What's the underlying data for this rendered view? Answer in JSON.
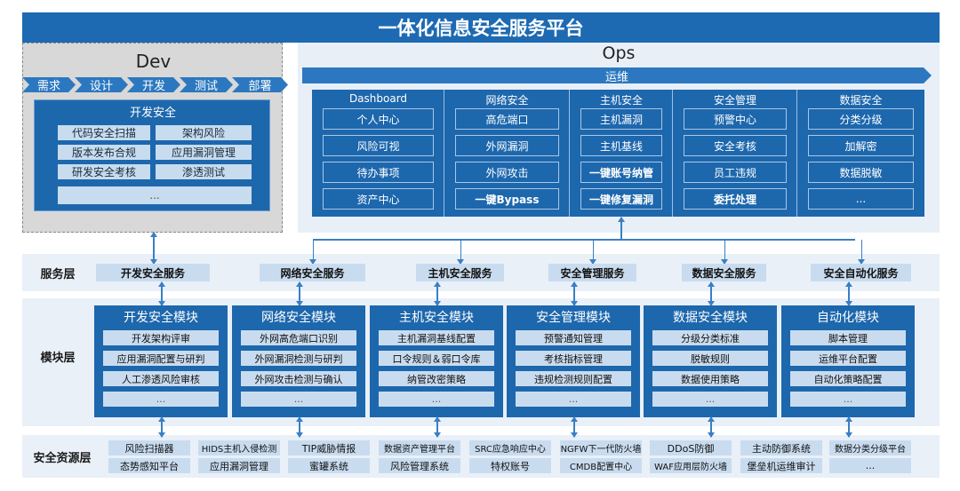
{
  "title": "一体化信息安全服务平台",
  "dev": {
    "title": "Dev",
    "stages": [
      "需求",
      "设计",
      "开发",
      "测试",
      "部署"
    ],
    "box_title": "开发安全",
    "items": [
      "代码安全扫描",
      "架构风险",
      "版本发布合规",
      "应用漏洞管理",
      "研发安全考核",
      "渗透测试"
    ],
    "more": "..."
  },
  "ops": {
    "title": "Ops",
    "bar": "运维",
    "columns": [
      {
        "title": "Dashboard",
        "items": [
          "个人中心",
          "风险可视",
          "待办事项",
          "资产中心"
        ],
        "bold": []
      },
      {
        "title": "网络安全",
        "items": [
          "高危端口",
          "外网漏洞",
          "外网攻击",
          "一键Bypass"
        ],
        "bold": [
          3
        ]
      },
      {
        "title": "主机安全",
        "items": [
          "主机漏洞",
          "主机基线",
          "一键账号纳管",
          "一键修复漏洞"
        ],
        "bold": [
          2,
          3
        ]
      },
      {
        "title": "安全管理",
        "items": [
          "预警中心",
          "安全考核",
          "员工违规",
          "委托处理"
        ],
        "bold": [
          3
        ]
      },
      {
        "title": "数据安全",
        "items": [
          "分类分级",
          "加解密",
          "数据脱敏",
          "..."
        ],
        "bold": []
      }
    ]
  },
  "service_layer": {
    "label": "服务层",
    "items": [
      "开发安全服务",
      "网络安全服务",
      "主机安全服务",
      "安全管理服务",
      "数据安全服务",
      "安全自动化服务"
    ]
  },
  "module_layer": {
    "label": "模块层",
    "modules": [
      {
        "title": "开发安全模块",
        "items": [
          "开发架构评审",
          "应用漏洞配置与研判",
          "人工渗透风险审核",
          "..."
        ]
      },
      {
        "title": "网络安全模块",
        "items": [
          "外网高危端口识别",
          "外网漏洞检测与研判",
          "外网攻击检测与确认",
          "..."
        ]
      },
      {
        "title": "主机安全模块",
        "items": [
          "主机漏洞基线配置",
          "口令规则＆弱口令库",
          "纳管改密策略",
          "..."
        ]
      },
      {
        "title": "安全管理模块",
        "items": [
          "预警通知管理",
          "考核指标管理",
          "违规检测规则配置",
          "..."
        ]
      },
      {
        "title": "数据安全模块",
        "items": [
          "分级分类标准",
          "脱敏规则",
          "数据使用策略",
          "..."
        ]
      },
      {
        "title": "自动化模块",
        "items": [
          "脚本管理",
          "运维平台配置",
          "自动化策略配置",
          "..."
        ]
      }
    ]
  },
  "resource_layer": {
    "label": "安全资源层",
    "row1": [
      "风险扫描器",
      "HIDS主机入侵检测",
      "TIP威胁情报",
      "数据资产管理平台",
      "SRC应急响应中心",
      "NGFW下一代防火墙",
      "DDoS防御",
      "主动防御系统",
      "数据分类分级平台"
    ],
    "row2": [
      "态势感知平台",
      "应用漏洞管理",
      "蜜罐系统",
      "风险管理系统",
      "特权账号",
      "CMDB配置中心",
      "WAF应用层防火墙",
      "堡垒机运维审计",
      "..."
    ]
  }
}
